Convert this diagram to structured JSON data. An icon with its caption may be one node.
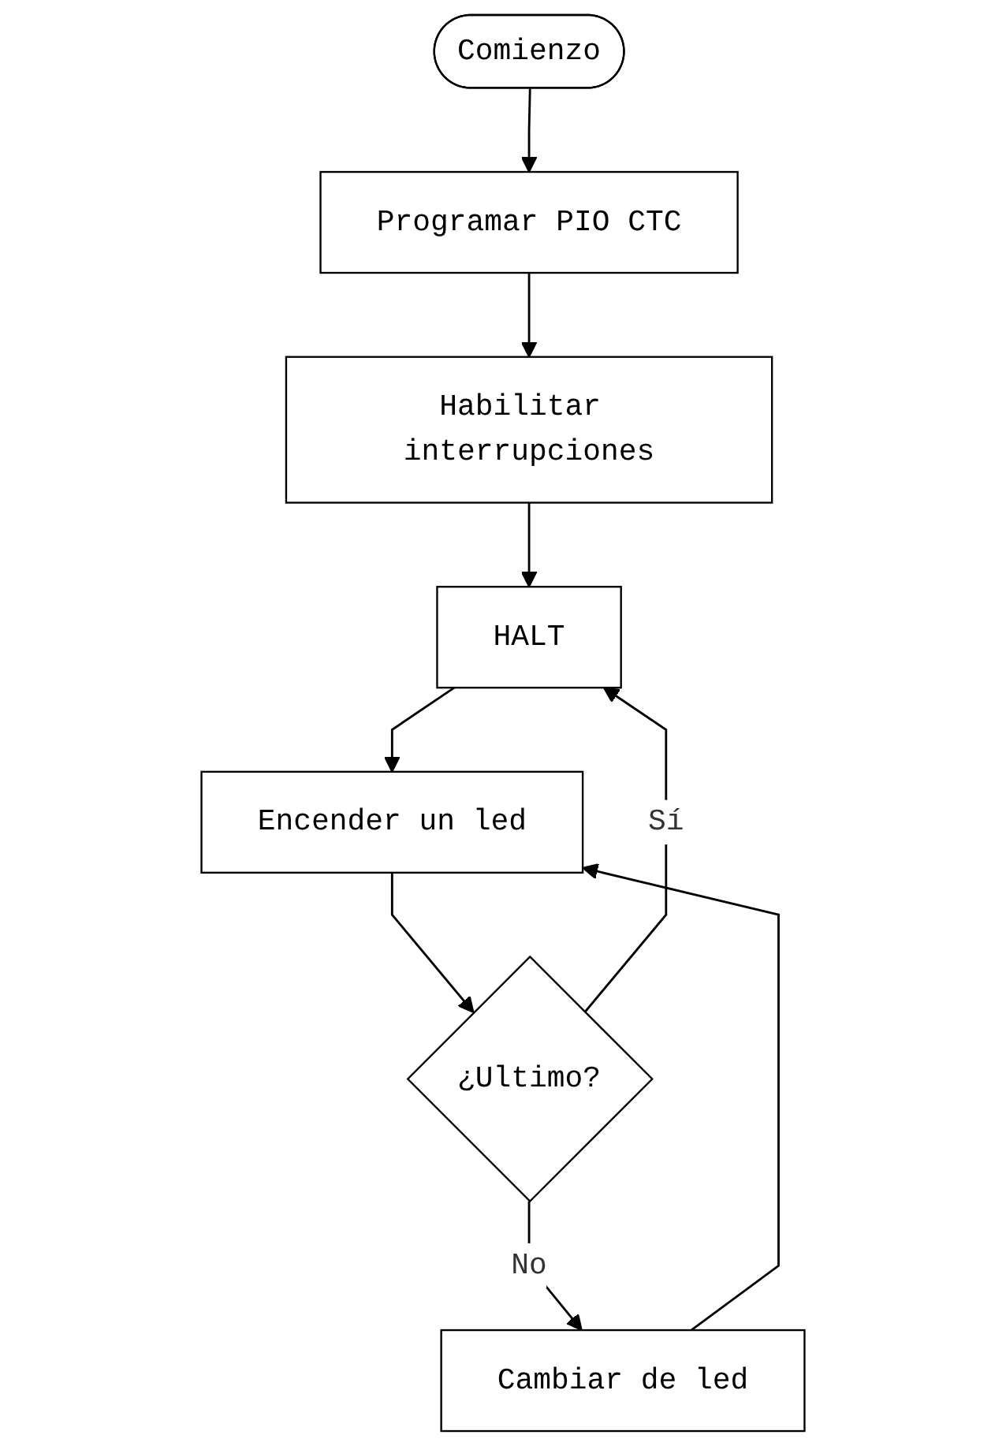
{
  "diagram": {
    "nodes": [
      {
        "text": [
          "Comienzo"
        ]
      },
      {
        "text": [
          "Programar PIO CTC"
        ]
      },
      {
        "text": [
          "Habilitar interrupciones"
        ]
      },
      {
        "text": [
          "HALT"
        ]
      },
      {
        "text": [
          "Encender un led"
        ]
      },
      {
        "text": [
          "¿Ultimo?"
        ]
      },
      {
        "text": [
          "Cambiar de led"
        ]
      }
    ],
    "edges": [
      {
        "from": 0,
        "to": 1,
        "arrow": "to"
      },
      {
        "from": 1,
        "to": 2,
        "arrow": "to"
      },
      {
        "from": 2,
        "to": 3,
        "arrow": "to"
      },
      {
        "from": 3,
        "to": 4,
        "arrow": "to"
      },
      {
        "from": 4,
        "to": 5,
        "arrow": "to"
      },
      {
        "from": 5,
        "to": 3,
        "arrow": "to",
        "label": "Sí"
      },
      {
        "from": 5,
        "to": 6,
        "arrow": "to",
        "label": "No"
      },
      {
        "from": 6,
        "to": 4,
        "arrow": "to"
      }
    ]
  }
}
